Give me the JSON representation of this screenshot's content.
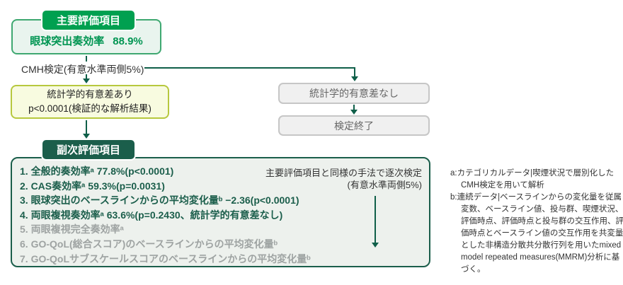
{
  "palette": {
    "primary_green": "#00A050",
    "primary_box_border": "#3FA871",
    "primary_box_fill": "#E9F4EE",
    "dark_green": "#1B5E4B",
    "connector_green": "#0F5F49",
    "yellow_green_border": "#B7C83E",
    "yellow_green_fill": "#F8FBE0",
    "gray_box_fill": "#F0F0F0",
    "gray_box_border": "#C6C6C6",
    "muted_text": "#9EA3A2",
    "secondary_box_fill": "#EDF1ED"
  },
  "flow": {
    "primary": {
      "badge": "主要評価項目",
      "label": "眼球突出奏効率",
      "value": "88.9%"
    },
    "cmh_label": "CMH検定(有意水準両側5%)",
    "significant_box": {
      "line1": "統計学的有意差あり",
      "line2": "p<0.0001(検証的な解析結果)"
    },
    "not_significant_box": "統計学的有意差なし",
    "test_end_box": "検定終了",
    "secondary": {
      "badge": "副次評価項目",
      "items": [
        "1. 全般的奏効率ᵃ 77.8%(p<0.0001)",
        "2. CAS奏効率ᵃ 59.3%(p=0.0031)",
        "3. 眼球突出のベースラインからの平均変化量ᵇ −2.36(p<0.0001)",
        "4. 両眼複視奏効率ᵃ 63.6%(p=0.2430、統計学的有意差なし)",
        "5. 両眼複視完全奏効率ᵃ",
        "6. GO-QoL(総合スコア)のベースラインからの平均変化量ᵇ",
        "7. GO-QoLサブスケールスコアのベースラインからの平均変化量ᵇ"
      ],
      "note_line1": "主要評価項目と同様の手法で逐次検定",
      "note_line2": "(有意水準両側5%)"
    },
    "footnotes": {
      "a": "a:カテゴリカルデータ|喫煙状況で層別化したCMH検定を用いて解析",
      "b": "b:連続データ|ベースラインからの変化量を従属変数、ベースライン値、投与群、喫煙状況、評価時点、評価時点と投与群の交互作用、評価時点とベースライン値の交互作用を共変量とした非構造分散共分散行列を用いたmixed model repeated measures(MMRM)分析に基づく。"
    }
  }
}
